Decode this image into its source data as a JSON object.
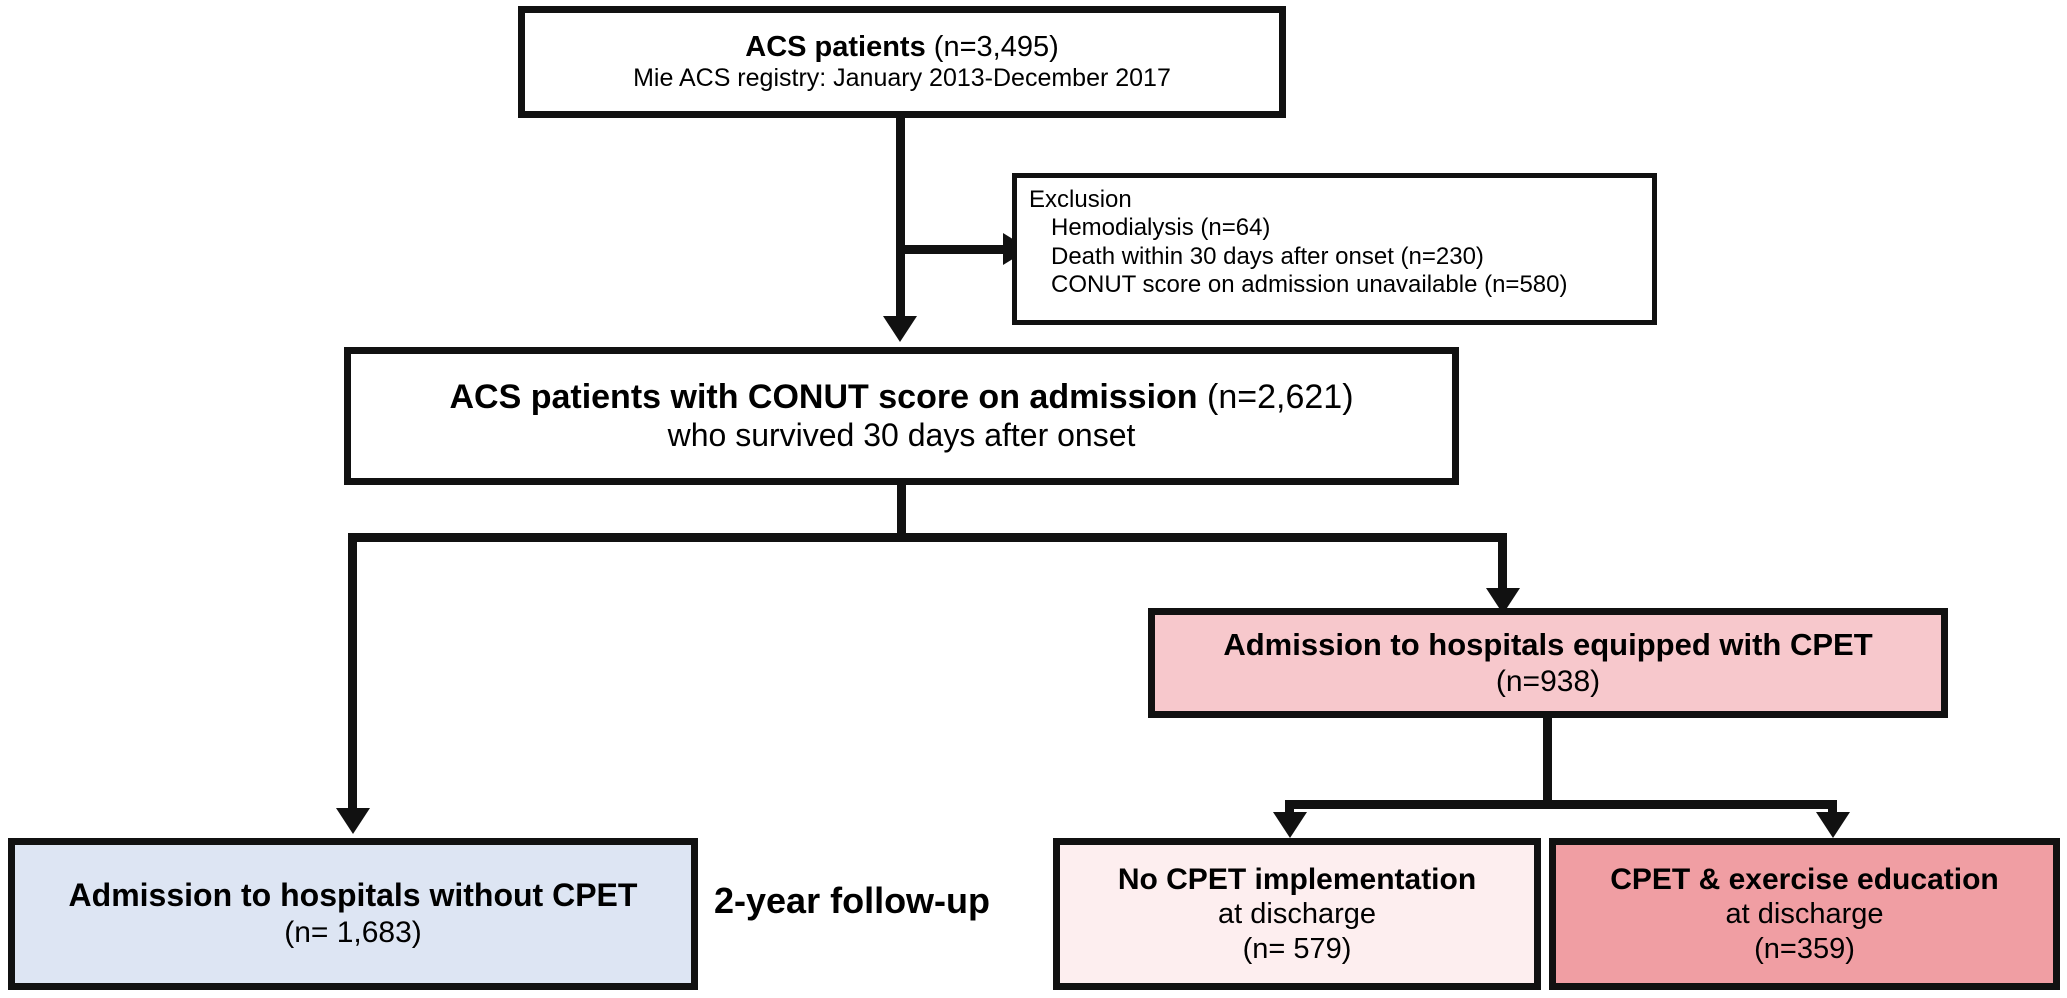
{
  "figure": {
    "type": "flowchart",
    "title": "ACS patient enrollment flow diagram",
    "colors": {
      "border": "#111111",
      "background": "#ffffff",
      "blue_fill": "#dde5f3",
      "pink_fill": "#f7c8cc",
      "pale_pink_fill": "#fdeeef",
      "deep_pink_fill": "#f09ea3"
    }
  },
  "nodes": {
    "source": {
      "line1_bold": "ACS patients",
      "line1_plain": " (n=3,495)",
      "line2": "Mie ACS registry: January 2013-December 2017"
    },
    "exclusion": {
      "heading": "Exclusion",
      "items": [
        "Hemodialysis (n=64)",
        "Death within 30 days after onset (n=230)",
        "CONUT score on admission unavailable (n=580)"
      ]
    },
    "eligible": {
      "line1_bold": "ACS patients with CONUT score on admission",
      "line1_plain": " (n=2,621)",
      "line2": "who survived 30 days after onset"
    },
    "cpet_hospital": {
      "line1": "Admission to hospitals equipped with CPET",
      "line2": "(n=938)"
    },
    "no_cpet_hospital": {
      "line1": "Admission to hospitals without CPET",
      "line2": "(n= 1,683)"
    },
    "no_cpet_impl": {
      "line1": "No CPET implementation",
      "line2": "at discharge",
      "line3": "(n= 579)"
    },
    "cpet_exercise": {
      "line1": "CPET  & exercise education",
      "line2": "at discharge",
      "line3": "(n=359)"
    }
  },
  "annotations": {
    "followup": "2-year follow-up"
  }
}
